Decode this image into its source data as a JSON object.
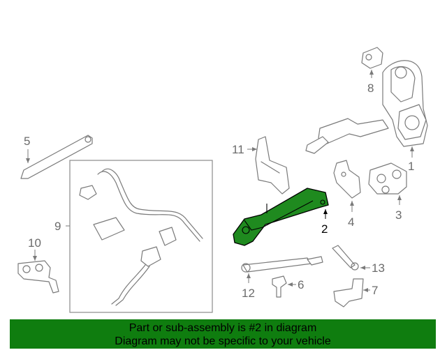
{
  "callouts": {
    "c1": "1",
    "c2": "2",
    "c3": "3",
    "c4": "4",
    "c5": "5",
    "c6": "6",
    "c7": "7",
    "c8": "8",
    "c9": "9",
    "c10": "10",
    "c11": "11",
    "c12": "12",
    "c13": "13"
  },
  "highlighted_part": "2",
  "highlight_color": "#1f8a1f",
  "banner": {
    "line1": "Part or sub-assembly is #2 in diagram",
    "line2": "Diagram may not be specific to your vehicle",
    "background": "#0f7d0f"
  }
}
